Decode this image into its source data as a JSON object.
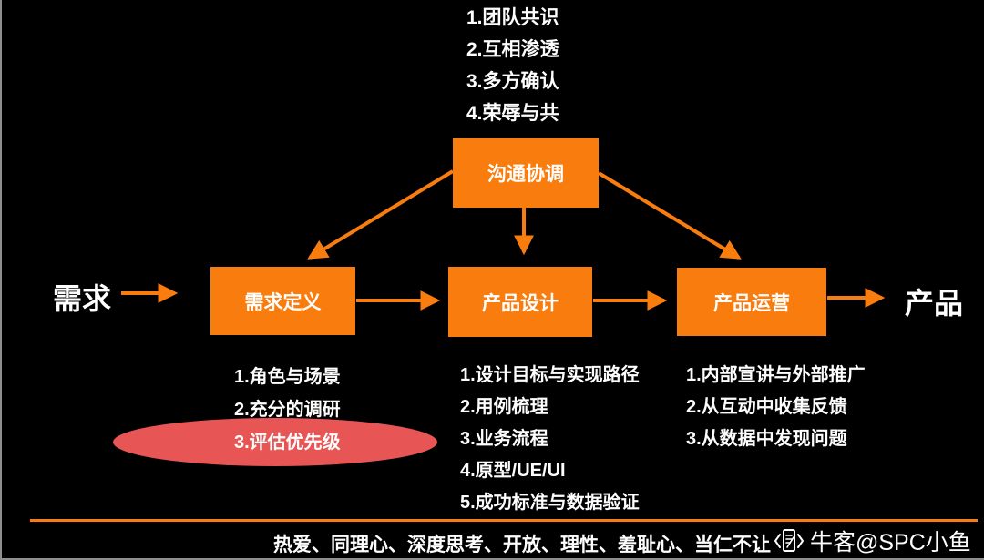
{
  "colors": {
    "background": "#000000",
    "orange": "#F97D0E",
    "highlight_red": "#E85555",
    "text": "#FFFFFF"
  },
  "top_notes": {
    "items": [
      "1.团队共识",
      "2.互相渗透",
      "3.多方确认",
      "4.荣辱与共"
    ]
  },
  "coordination_box": {
    "label": "沟通协调"
  },
  "flow": {
    "input_label": "需求",
    "output_label": "产品",
    "stages": [
      {
        "label": "需求定义",
        "notes": [
          "1.角色与场景",
          "2.充分的调研",
          "3.评估优先级"
        ],
        "highlighted_note": "3.评估优先级"
      },
      {
        "label": "产品设计",
        "notes": [
          "1.设计目标与实现路径",
          "2.用例梳理",
          "3.业务流程",
          "4.原型/UE/UI",
          "5.成功标准与数据验证"
        ]
      },
      {
        "label": "产品运营",
        "notes": [
          "1.内部宣讲与外部推广",
          "2.从互动中收集反馈",
          "3.从数据中发现问题"
        ]
      }
    ]
  },
  "footer": {
    "motto": "热爱、同理心、深度思考、开放、理性、羞耻心、当仁不让",
    "watermark": "牛客@SPC小鱼",
    "watermark_icon": "nowcoder-logo"
  }
}
